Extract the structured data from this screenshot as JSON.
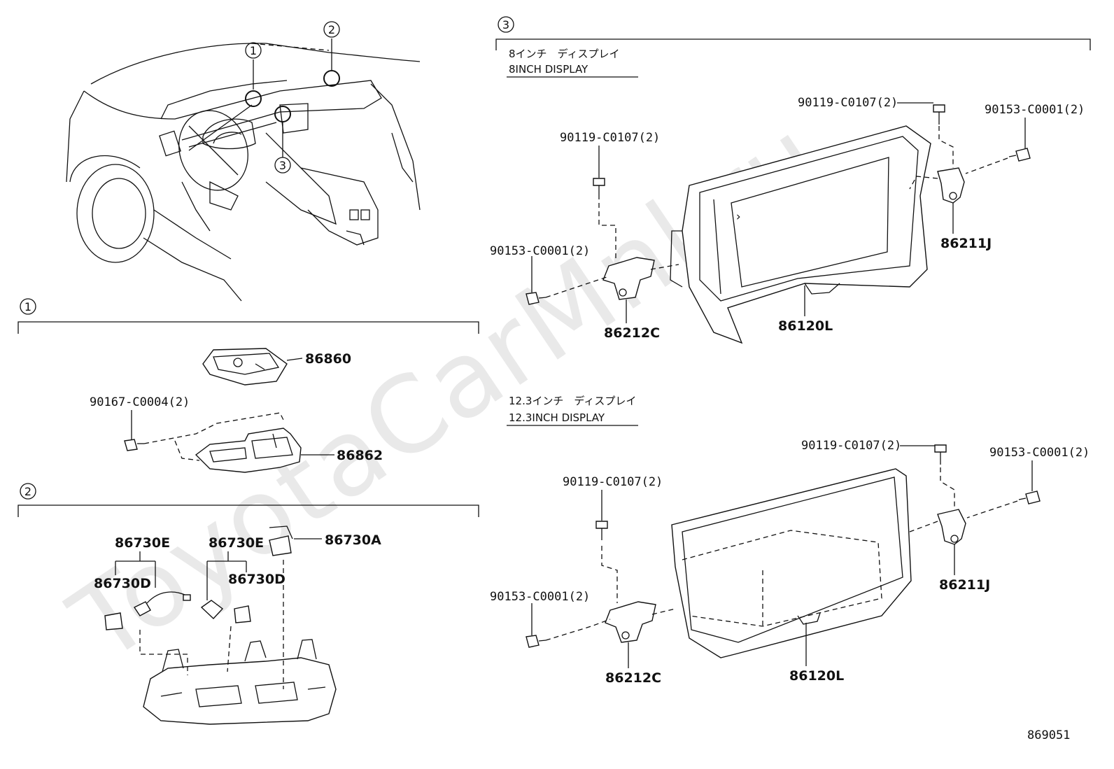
{
  "watermark": "ToyotaCarMnl.ru",
  "diagram_code": "869051",
  "overview": {
    "callouts": [
      "1",
      "2",
      "3"
    ]
  },
  "section1": {
    "number": "1",
    "labels": {
      "module": "86860",
      "bracket": "86862",
      "screw": "90167-C0004(2)"
    }
  },
  "section2": {
    "number": "2",
    "labels": {
      "left_top": "86730E",
      "left_sub": "86730D",
      "mid_top": "86730E",
      "mid_sub": "86730D",
      "right": "86730A"
    }
  },
  "section3": {
    "number": "3",
    "display8": {
      "title_jp": "8インチ　ディスプレイ",
      "title_en": "8INCH DISPLAY",
      "bolt_left": "90119-C0107(2)",
      "bolt_right": "90119-C0107(2)",
      "screw_left": "90153-C0001(2)",
      "screw_right": "90153-C0001(2)",
      "bracket_left": "86212C",
      "bracket_right": "86211J",
      "display": "86120L"
    },
    "display12": {
      "title_jp": "12.3インチ　ディスプレイ",
      "title_en": "12.3INCH DISPLAY",
      "bolt_left": "90119-C0107(2)",
      "bolt_right": "90119-C0107(2)",
      "screw_left": "90153-C0001(2)",
      "screw_right": "90153-C0001(2)",
      "bracket_left": "86212C",
      "bracket_right": "86211J",
      "display": "86120L"
    }
  }
}
